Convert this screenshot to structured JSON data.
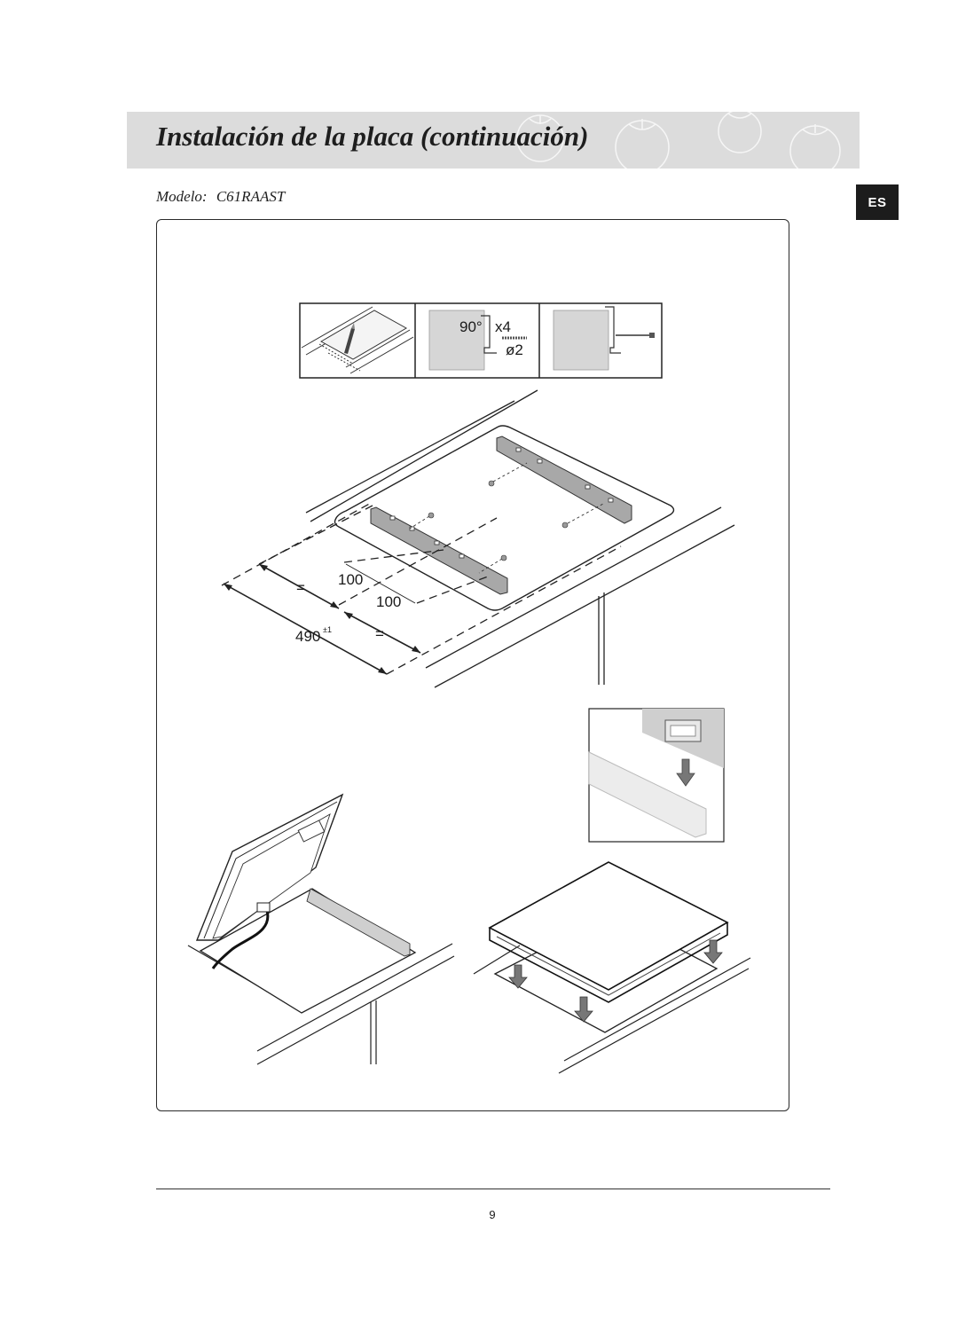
{
  "header": {
    "title": "Instalación de la placa (continuación)",
    "language_tab": "ES",
    "accent_color": "#dcdcdc"
  },
  "model": {
    "label": "Modelo:",
    "value": "C61RAAST"
  },
  "figure": {
    "detail_angle": "90°",
    "detail_count": "x4",
    "detail_diameter": "ø2",
    "dim_side_equal": "=",
    "dim_offset_1": "100",
    "dim_offset_2": "100",
    "dim_total": "490",
    "dim_tolerance": "±1",
    "dim_equal_2": "="
  },
  "footer": {
    "page_number": "9"
  }
}
